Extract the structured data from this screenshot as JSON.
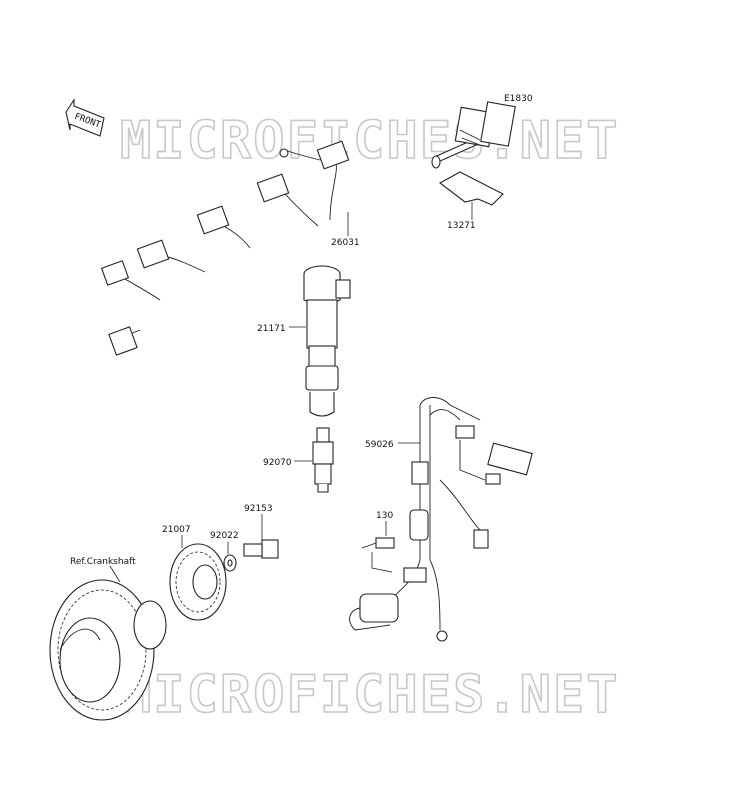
{
  "diagram": {
    "code": "E1830",
    "front_label": "FRONT",
    "watermark": "MICROFICHES.NET",
    "reference": "Ref.Crankshaft",
    "parts": {
      "harness": "26031",
      "bracket": "13271",
      "coil": "21171",
      "plug": "92070",
      "sub_harness": "59026",
      "bolt": "130",
      "rotor": "21007",
      "washer": "92022",
      "rotor_bolt": "92153"
    }
  }
}
